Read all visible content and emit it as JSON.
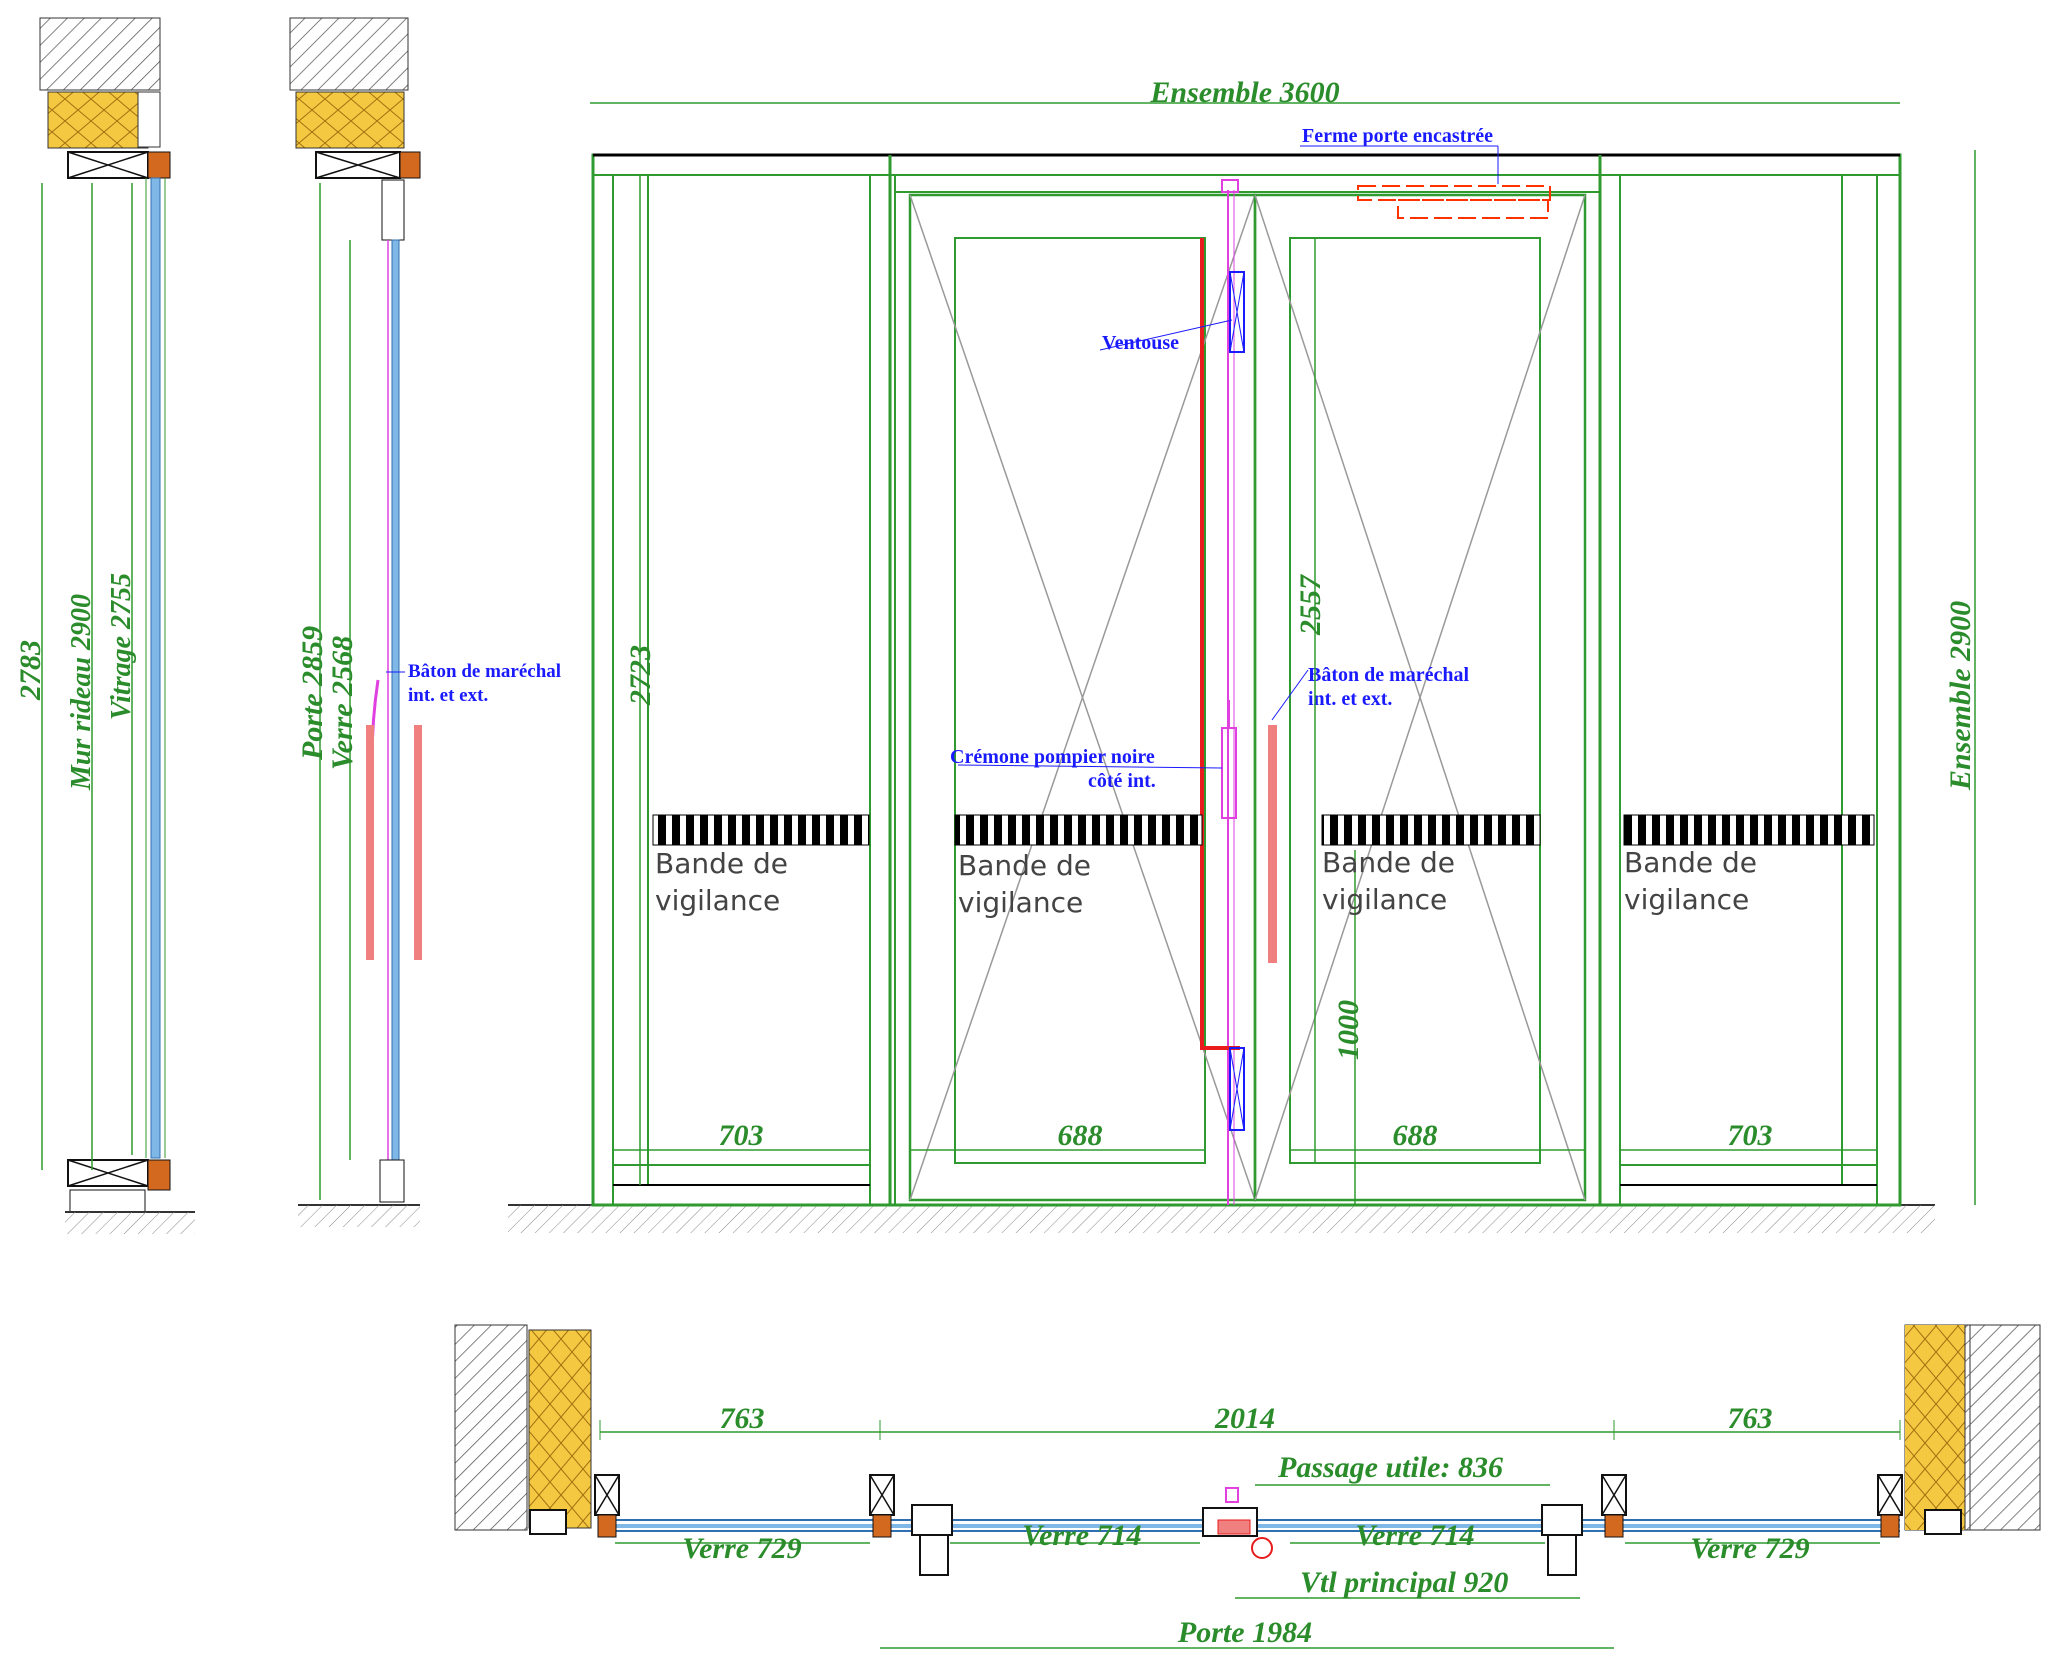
{
  "colors": {
    "dimension": "#2a8c2a",
    "frame": "#2f9a2f",
    "annotation": "#1a1aff",
    "glass": "#7fb8e6",
    "panic_bar": "#e81c1c",
    "door_hardware": "#f08080",
    "cremone": "#e040e0",
    "closer": "#ff3300",
    "insulation": "#f5c842"
  },
  "left_section_1": {
    "overall_height": "2783",
    "curtain_wall": "Mur rideau 2900",
    "glazing": "Vitrage 2755"
  },
  "left_section_2": {
    "door": "Porte 2859",
    "glass": "Verre 2568",
    "handle_note_line1": "Bâton de maréchal",
    "handle_note_line2": "int. et ext."
  },
  "elevation": {
    "overall_width": "Ensemble 3600",
    "overall_height": "Ensemble 2900",
    "door_closer": "Ferme porte encastrée",
    "magnet": "Ventouse",
    "cremone_line1": "Crémone pompier noire",
    "cremone_line2": "côté int.",
    "handle_line1": "Bâton de maréchal",
    "handle_line2": "int. et ext.",
    "fixed_glass_height": "2723",
    "leaf_glass_height": "2557",
    "band_height": "1000",
    "panels": [
      {
        "width": "703",
        "band_label_1": "Bande de",
        "band_label_2": "vigilance"
      },
      {
        "width": "688",
        "band_label_1": "Bande de",
        "band_label_2": "vigilance"
      },
      {
        "width": "688",
        "band_label_1": "Bande de",
        "band_label_2": "vigilance"
      },
      {
        "width": "703",
        "band_label_1": "Bande de",
        "band_label_2": "vigilance"
      }
    ]
  },
  "plan": {
    "left_fixed": "763",
    "center": "2014",
    "right_fixed": "763",
    "clear_passage": "Passage utile: 836",
    "glass_left": "Verre 729",
    "glass_leaf_left": "Verre 714",
    "glass_leaf_right": "Verre 714",
    "glass_right": "Verre 729",
    "main_leaf": "Vtl principal 920",
    "door_width": "Porte 1984"
  }
}
